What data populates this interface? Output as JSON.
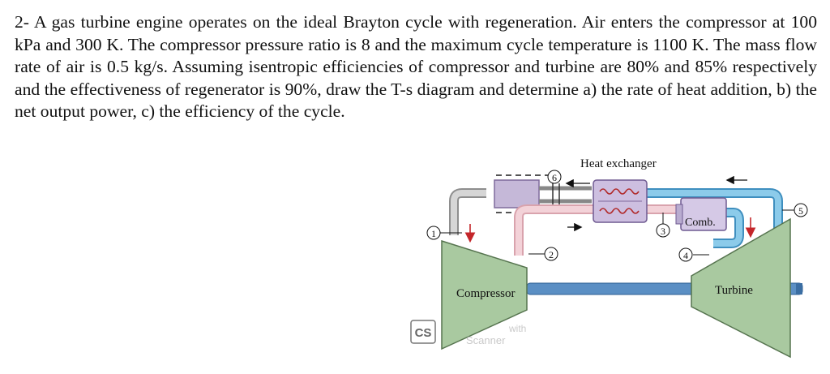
{
  "problem": {
    "text": "2- A gas turbine engine operates on the ideal Brayton cycle with regeneration. Air enters the compressor at 100 kPa and 300 K. The compressor pressure ratio is 8 and the maximum cycle temperature is 1100 K. The mass flow rate of air is 0.5 kg/s. Assuming isentropic efficiencies of compressor and turbine are 80% and 85% respectively and the effectiveness of regenerator is 90%, draw the T-s diagram and determine a) the rate of heat addition, b) the net output power, c) the efficiency of the cycle."
  },
  "diagram": {
    "heat_exchanger_label": "Heat exchanger",
    "combustor_label": "Comb.",
    "compressor_label": "Compressor",
    "turbine_label": "Turbine",
    "states": [
      "1",
      "2",
      "3",
      "4",
      "5",
      "6"
    ]
  },
  "watermark": {
    "badge": "CS",
    "text": "Scanner",
    "partial": "with"
  },
  "colors": {
    "machine_fill": "#a9c9a0",
    "shaft": "#5b8fc4",
    "pipe_cold": "#f1c8cf",
    "pipe_hot": "#79bde0",
    "pipe_exhaust": "#b9b9b9",
    "exchanger": "#c5b8d8",
    "arrow_red": "#c4262a"
  }
}
